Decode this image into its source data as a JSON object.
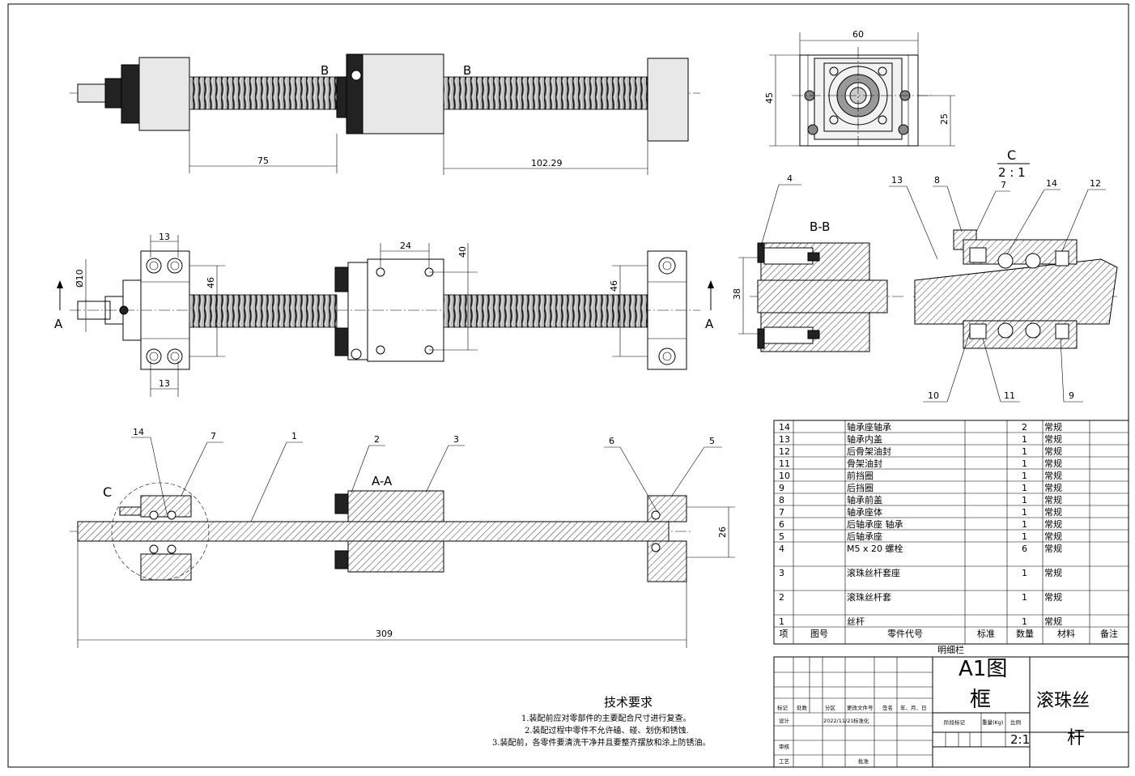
{
  "views": {
    "label_b_left": "B",
    "label_b_right": "B",
    "label_a_left": "A",
    "label_a_right": "A",
    "section_bb": "B-B",
    "section_aa": "A-A",
    "detail_c_label": "C",
    "detail_c_title": "C",
    "detail_c_scale": "2 : 1",
    "detail_c_ref": "C"
  },
  "dimensions": {
    "d75": "75",
    "d10229": "102.29",
    "d60": "60",
    "d45": "45",
    "d25": "25",
    "d13_top": "13",
    "d13_bottom": "13",
    "d24": "24",
    "d40": "40",
    "d10": "Ø10",
    "d46_left": "46",
    "d46_right": "46",
    "d38": "38",
    "d26": "26",
    "d309": "309"
  },
  "balloons": {
    "bb": [
      "4"
    ],
    "detail": [
      "13",
      "8",
      "7",
      "14",
      "12",
      "10",
      "11",
      "9"
    ],
    "section": [
      "14",
      "7",
      "1",
      "2",
      "3",
      "6",
      "5"
    ]
  },
  "bom": {
    "rows": [
      {
        "item": "14",
        "name": "轴承座轴承",
        "qty": "2",
        "material": "常规"
      },
      {
        "item": "13",
        "name": "轴承内盖",
        "qty": "1",
        "material": "常规"
      },
      {
        "item": "12",
        "name": "后骨架油封",
        "qty": "1",
        "material": "常规"
      },
      {
        "item": "11",
        "name": "骨架油封",
        "qty": "1",
        "material": "常规"
      },
      {
        "item": "10",
        "name": "前挡圈",
        "qty": "1",
        "material": "常规"
      },
      {
        "item": "9",
        "name": "后挡圈",
        "qty": "1",
        "material": "常规"
      },
      {
        "item": "8",
        "name": "轴承前盖",
        "qty": "1",
        "material": "常规"
      },
      {
        "item": "7",
        "name": "轴承座体",
        "qty": "1",
        "material": "常规"
      },
      {
        "item": "6",
        "name": "后轴承座 轴承",
        "qty": "1",
        "material": "常规"
      },
      {
        "item": "5",
        "name": "后轴承座",
        "qty": "1",
        "material": "常规"
      },
      {
        "item": "4",
        "name": "M5 x 20 螺栓",
        "qty": "6",
        "material": "常规"
      },
      {
        "item": "3",
        "name": "滚珠丝杆套座",
        "qty": "1",
        "material": "常规"
      },
      {
        "item": "2",
        "name": "滚珠丝杆套",
        "qty": "1",
        "material": "常规"
      },
      {
        "item": "1",
        "name": "丝杆",
        "qty": "1",
        "material": "常规"
      }
    ],
    "headers": [
      "项",
      "图号",
      "零件代号",
      "标准",
      "数量",
      "材料",
      "备注"
    ],
    "caption": "明细栏"
  },
  "title_block": {
    "frame": "A1图",
    "frame2": "框",
    "drawing_name": "滚珠丝",
    "drawing_name2": "杆",
    "scale": "2:1",
    "date": "2022/11/21",
    "labels": {
      "mark": "标记",
      "count": "处数",
      "zone": "分区",
      "change_doc": "更改文件号",
      "sign": "签名",
      "ymd": "年、月、日",
      "design": "设计",
      "standard": "标准化",
      "stage": "阶段标记",
      "weight": "重量(Kg)",
      "ratio": "比例",
      "review": "审核",
      "process": "工艺",
      "approve": "批准"
    }
  },
  "tech_req": {
    "title": "技术要求",
    "lines": [
      "1.装配前应对零部件的主要配合尺寸进行复查。",
      "2.装配过程中零件不允许磕、碰、划伤和锈蚀.",
      "3.装配前，各零件要清洗干净并且要整齐摆放和涂上防锈油。"
    ]
  }
}
